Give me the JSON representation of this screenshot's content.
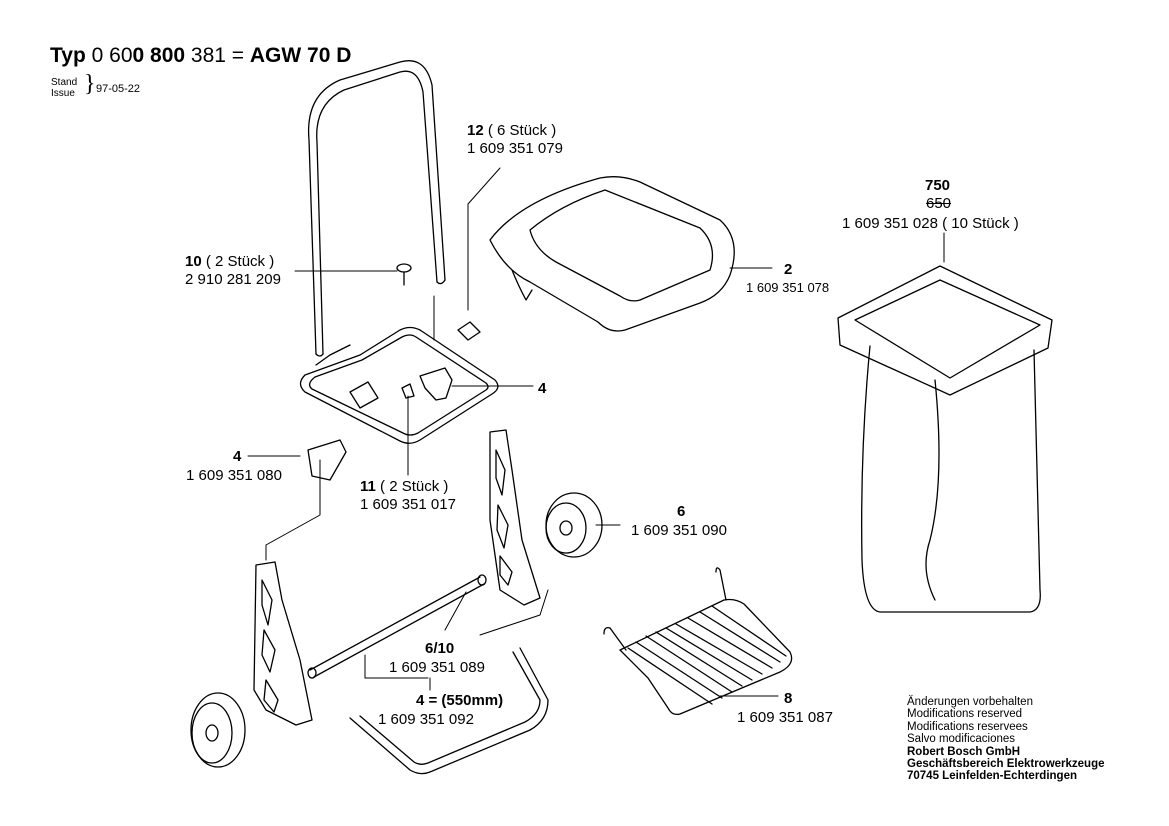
{
  "header": {
    "typ_word": "Typ",
    "num_a": "0 60",
    "num_b": "0 800",
    "num_c": " 381 = ",
    "model": "AGW 70 D",
    "stand": "Stand",
    "issue": "Issue",
    "date": "97-05-22"
  },
  "parts": {
    "p12": {
      "num": "12",
      "qty": " ( 6 Stück )",
      "code": "1 609 351 079"
    },
    "p10": {
      "num": "10",
      "qty": " ( 2 Stück )",
      "code": "2 910 281 209"
    },
    "p2": {
      "num": "2",
      "code": "1 609 351 078"
    },
    "p4_right": {
      "num": "4"
    },
    "p4_left": {
      "num": "4",
      "code": "1 609 351 080"
    },
    "p11": {
      "num": "11",
      "qty": " ( 2 Stück )",
      "code": "1 609 351 017"
    },
    "p6": {
      "num": "6",
      "code": "1 609 351 090"
    },
    "p6_10": {
      "num": "6/10",
      "code": "1 609 351 089"
    },
    "p4_550": {
      "num": "4 = (550mm)",
      "code": "1 609 351 092"
    },
    "p8": {
      "num": "8",
      "code": "1 609 351 087"
    },
    "p750": {
      "num": "750",
      "num_struck": "650",
      "code": "1 609 351 028 ( 10 Stück )"
    }
  },
  "notes": [
    "Änderungen vorbehalten",
    "Modifications reserved",
    "Modifications reservees",
    "Salvo modificaciones"
  ],
  "company": [
    "Robert Bosch GmbH",
    "Geschäftsbereich Elektrowerkzeuge",
    "70745 Leinfelden-Echterdingen"
  ]
}
